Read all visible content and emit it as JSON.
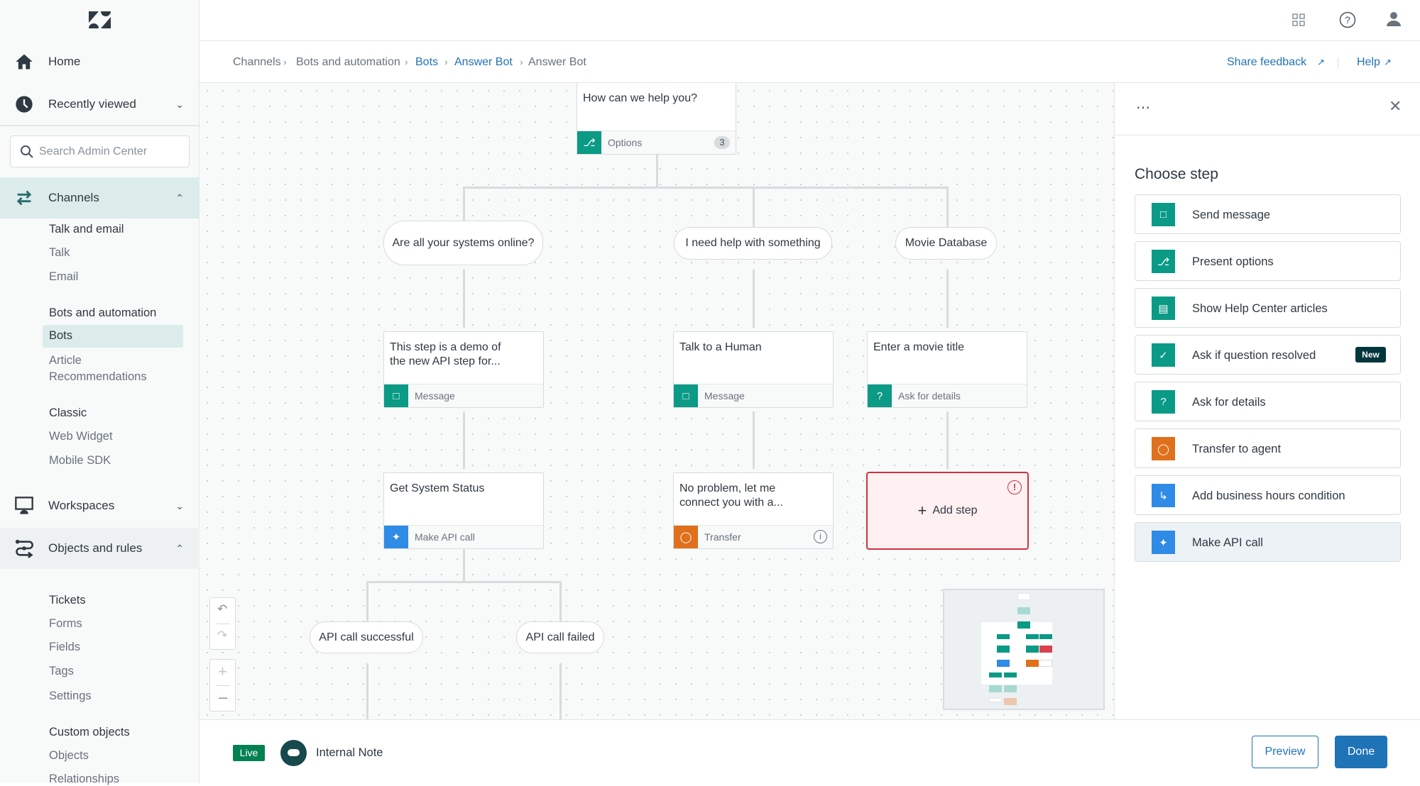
{
  "sidebar": {
    "home": "Home",
    "recently_viewed": "Recently viewed",
    "search_placeholder": "Search Admin Center",
    "channels": "Channels",
    "talk_and_email": "Talk and email",
    "talk": "Talk",
    "email": "Email",
    "bots_and_automation": "Bots and automation",
    "bots": "Bots",
    "article": "Article",
    "recommendations": "Recommendations",
    "classic": "Classic",
    "web_widget": "Web Widget",
    "mobile_sdk": "Mobile SDK",
    "workspaces": "Workspaces",
    "objects_and_rules": "Objects and rules",
    "tickets": "Tickets",
    "forms": "Forms",
    "fields": "Fields",
    "tags": "Tags",
    "settings": "Settings",
    "custom_objects": "Custom objects",
    "objects": "Objects",
    "relationships": "Relationships"
  },
  "breadcrumb": [
    "Channels",
    "Bots and automation",
    "Bots",
    "Answer Bot",
    "Answer Bot"
  ],
  "header_links": {
    "share_feedback": "Share feedback",
    "help": "Help"
  },
  "canvas": {
    "top_card": {
      "text": "How can we help you?",
      "type": "Options",
      "count": "3"
    },
    "options": [
      "Are all your systems online?",
      "I need help with something",
      "Movie Database"
    ],
    "row1": [
      {
        "text": "This step is a demo of the new API step for...",
        "type": "Message"
      },
      {
        "text": "Talk to a Human",
        "type": "Message"
      },
      {
        "text": "Enter a movie title",
        "type": "Ask for details"
      }
    ],
    "row2": [
      {
        "text": "Get System Status",
        "type": "Make API call"
      },
      {
        "text": "No problem, let me connect you with a...",
        "type": "Transfer"
      }
    ],
    "add_step": "Add step",
    "api_branches": [
      "API call successful",
      "API call failed"
    ]
  },
  "panel": {
    "title": "Choose step",
    "new_badge": "New",
    "steps": [
      {
        "label": "Send message",
        "icon": "message-icon",
        "color": "#0a9a86"
      },
      {
        "label": "Present options",
        "icon": "signpost-icon",
        "color": "#0a9a86"
      },
      {
        "label": "Show Help Center articles",
        "icon": "article-icon",
        "color": "#0a9a86"
      },
      {
        "label": "Ask if question resolved",
        "icon": "check-icon",
        "color": "#0a9a86"
      },
      {
        "label": "Ask for details",
        "icon": "question-icon",
        "color": "#0a9a86"
      },
      {
        "label": "Transfer to agent",
        "icon": "person-icon",
        "color": "#e0701b"
      },
      {
        "label": "Add business hours condition",
        "icon": "branch-icon",
        "color": "#2f8be6"
      },
      {
        "label": "Make API call",
        "icon": "plug-icon",
        "color": "#2f8be6"
      }
    ]
  },
  "bottom": {
    "status": "Live",
    "bot_name": "Internal Note",
    "preview": "Preview",
    "done": "Done"
  },
  "colors": {
    "teal": "#0a9a86",
    "orange": "#e0701b",
    "blue": "#2f8be6",
    "link": "#1f73b7",
    "live": "#038153",
    "error": "#cc3340"
  }
}
